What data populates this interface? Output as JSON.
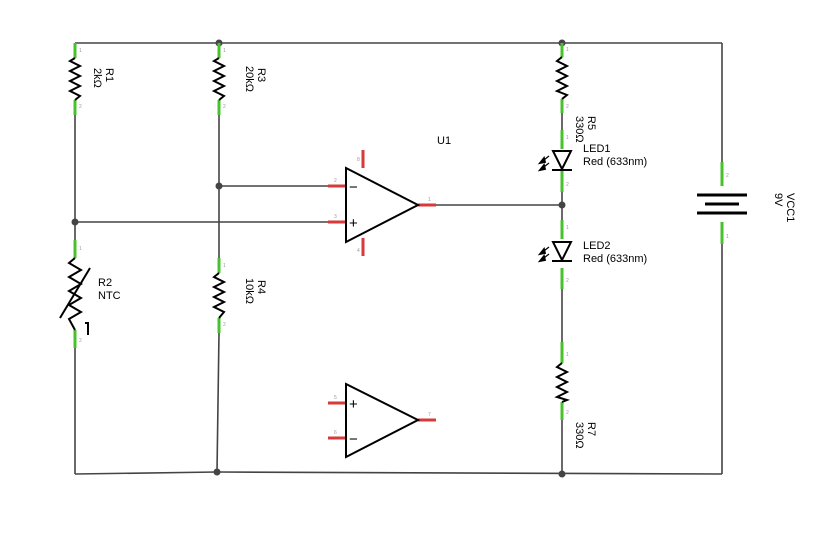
{
  "components": {
    "r1": {
      "ref": "R1",
      "value": "2kΩ"
    },
    "r2": {
      "ref": "R2",
      "value": "NTC"
    },
    "r3": {
      "ref": "R3",
      "value": "20kΩ"
    },
    "r4": {
      "ref": "R4",
      "value": "10kΩ"
    },
    "r5": {
      "ref": "R5",
      "value": "330Ω"
    },
    "r7": {
      "ref": "R7",
      "value": "330Ω"
    },
    "led1": {
      "ref": "LED1",
      "value": "Red (633nm)"
    },
    "led2": {
      "ref": "LED2",
      "value": "Red (633nm)"
    },
    "u1": {
      "ref": "U1",
      "minus": "−",
      "plus": "+"
    },
    "u_spare": {
      "plus": "+",
      "minus": "−"
    },
    "vcc1": {
      "ref": "VCC1",
      "value": "9V"
    }
  },
  "colors": {
    "wire": "#444444",
    "symbol": "#000000",
    "pin_connected": "#49c12b",
    "pin_unconnected": "#d63a3a",
    "background": "#ffffff"
  }
}
